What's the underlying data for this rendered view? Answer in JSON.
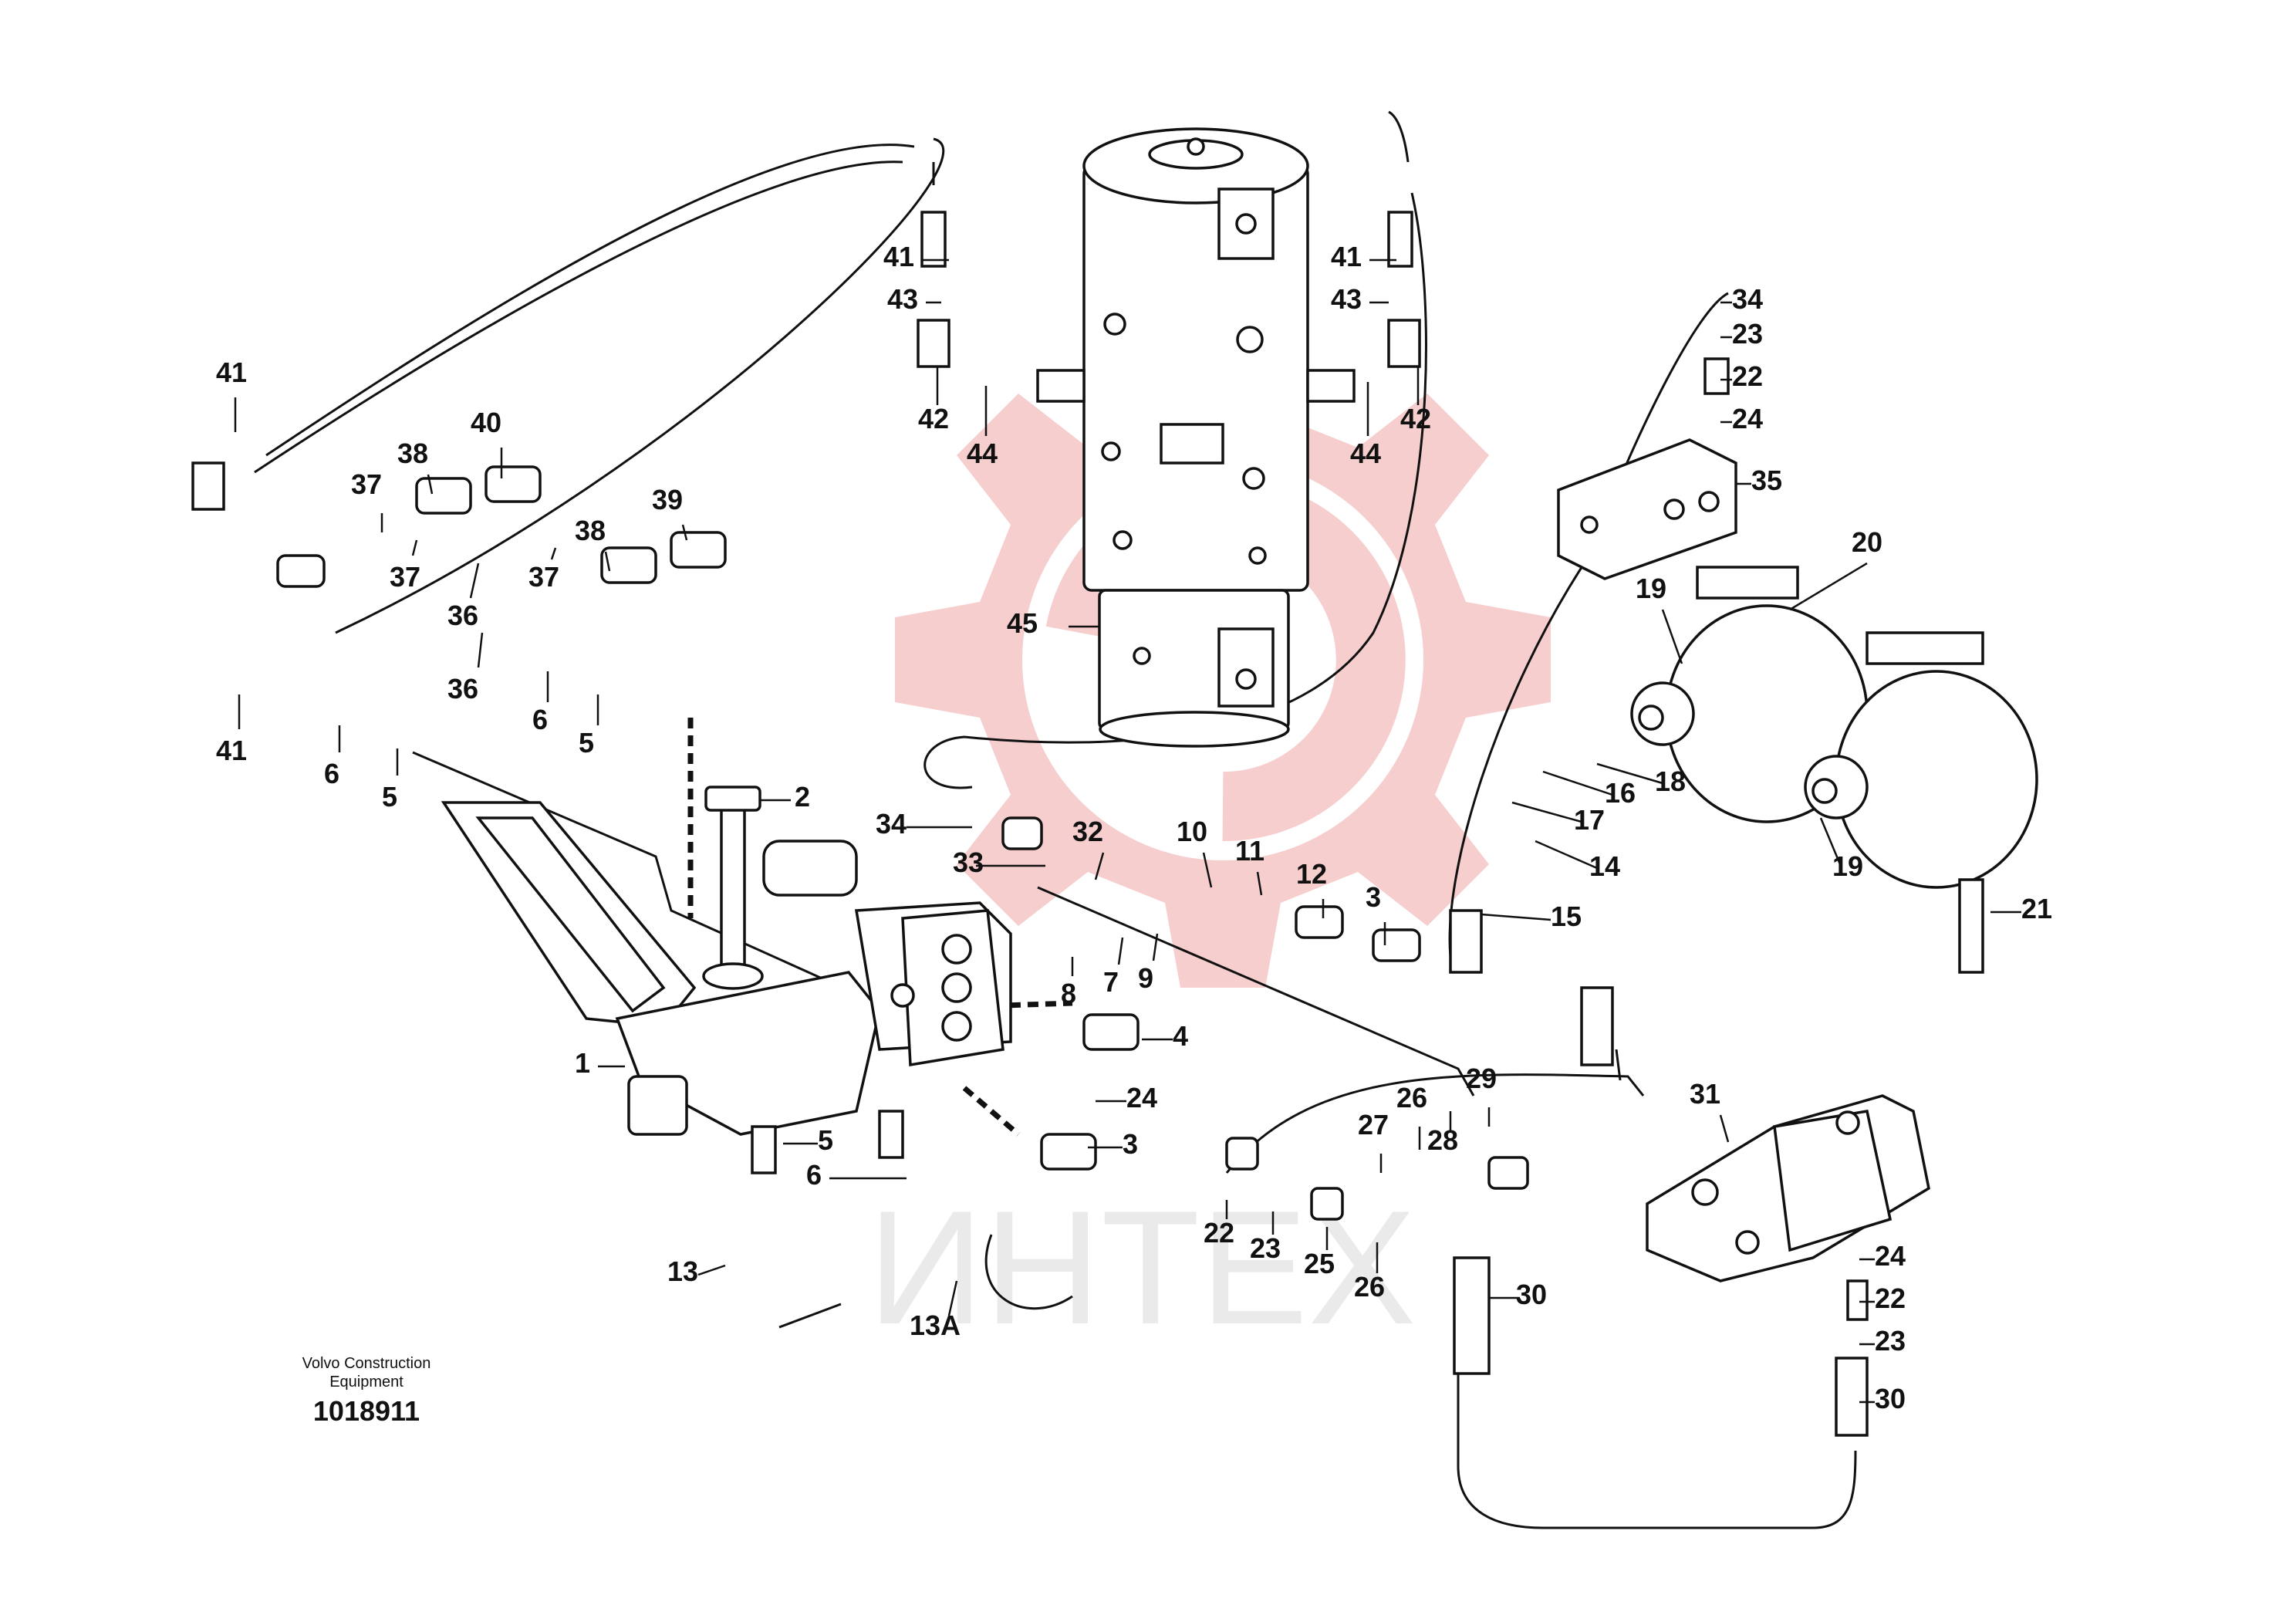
{
  "diagram": {
    "company": "Volvo Construction\nEquipment",
    "drawing_number": "1018911",
    "watermark_text": "ИНТЕХ",
    "colors": {
      "line": "#111111",
      "watermark": "#f2b6b6",
      "background": "#ffffff"
    },
    "callouts": [
      "41",
      "43",
      "42",
      "44",
      "41",
      "43",
      "44",
      "42",
      "34",
      "23",
      "22",
      "24",
      "35",
      "20",
      "19",
      "18",
      "16",
      "17",
      "14",
      "15",
      "19",
      "21",
      "41",
      "38",
      "40",
      "37",
      "37",
      "36",
      "38",
      "39",
      "37",
      "36",
      "6",
      "5",
      "41",
      "6",
      "5",
      "45",
      "2",
      "34",
      "33",
      "32",
      "10",
      "11",
      "12",
      "3",
      "8",
      "7",
      "9",
      "4",
      "1",
      "24",
      "5",
      "3",
      "6",
      "13",
      "13A",
      "22",
      "23",
      "25",
      "26",
      "27",
      "26",
      "28",
      "29",
      "30",
      "31",
      "24",
      "22",
      "23",
      "30"
    ]
  }
}
